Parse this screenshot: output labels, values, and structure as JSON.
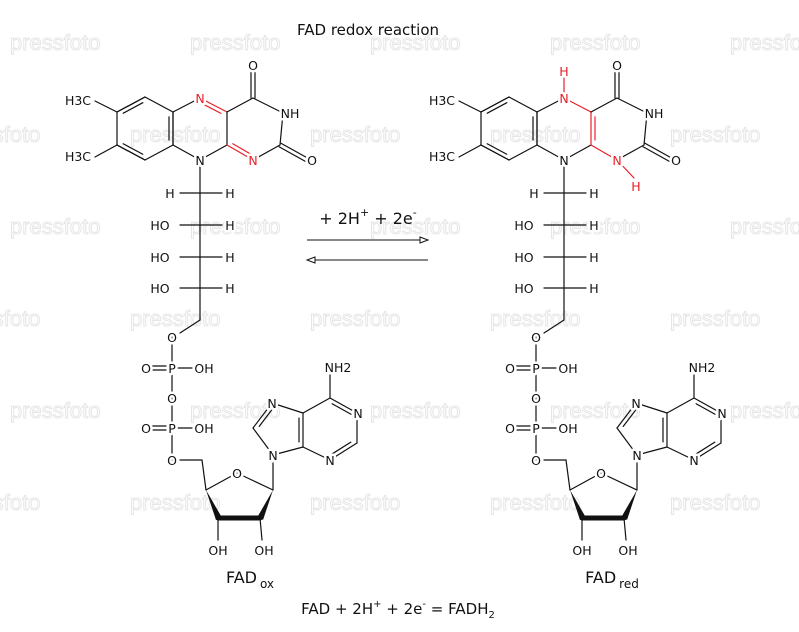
{
  "title": "FAD redox reaction",
  "watermark": "pressfoto",
  "reaction_conditions": {
    "prefix": "+ 2H",
    "sup1": "+",
    "mid": " + 2e",
    "sup2": "-"
  },
  "equation": {
    "a": "FAD + 2H",
    "sup1": "+",
    "b": " + 2e",
    "sup2": "-",
    "c": " = FADH",
    "sub": "2"
  },
  "colors": {
    "highlight": "#e8202a",
    "bond": "#111111",
    "watermark": "#e6e6e6"
  },
  "molecules": [
    {
      "id": "ox",
      "name": "FAD",
      "subscript": "ox",
      "labels": {
        "ch3a": "H3C",
        "ch3b": "H3C",
        "n5": "N",
        "n10": "N",
        "n1": "N",
        "n3": "NH",
        "o4": "O",
        "o2": "O",
        "h1l": "H",
        "h1r": "H",
        "ho2": "HO",
        "h2": "H",
        "ho3": "HO",
        "h3": "H",
        "ho4": "HO",
        "h4": "H",
        "o5": "O",
        "p1": "P",
        "op1": "O",
        "ohp1": "OH",
        "obr": "O",
        "p2": "P",
        "op2": "O",
        "ohp2": "OH",
        "o5r": "O",
        "or": "O",
        "oh2r": "OH",
        "oh3r": "OH",
        "n9": "N",
        "n7": "N",
        "n1a": "N",
        "n3a": "N",
        "nh2": "NH2"
      }
    },
    {
      "id": "red",
      "name": "FAD",
      "subscript": "red",
      "labels": {
        "ch3a": "H3C",
        "ch3b": "H3C",
        "n5": "N",
        "n10": "N",
        "n1": "N",
        "n3": "NH",
        "o4": "O",
        "o2": "O",
        "h5": "H",
        "h1n": "H",
        "h1l": "H",
        "h1r": "H",
        "ho2": "HO",
        "h2": "H",
        "ho3": "HO",
        "h3": "H",
        "ho4": "HO",
        "h4": "H",
        "o5": "O",
        "p1": "P",
        "op1": "O",
        "ohp1": "OH",
        "obr": "O",
        "p2": "P",
        "op2": "O",
        "ohp2": "OH",
        "o5r": "O",
        "or": "O",
        "oh2r": "OH",
        "oh3r": "OH",
        "n9": "N",
        "n7": "N",
        "n1a": "N",
        "n3a": "N",
        "nh2": "NH2"
      }
    }
  ]
}
